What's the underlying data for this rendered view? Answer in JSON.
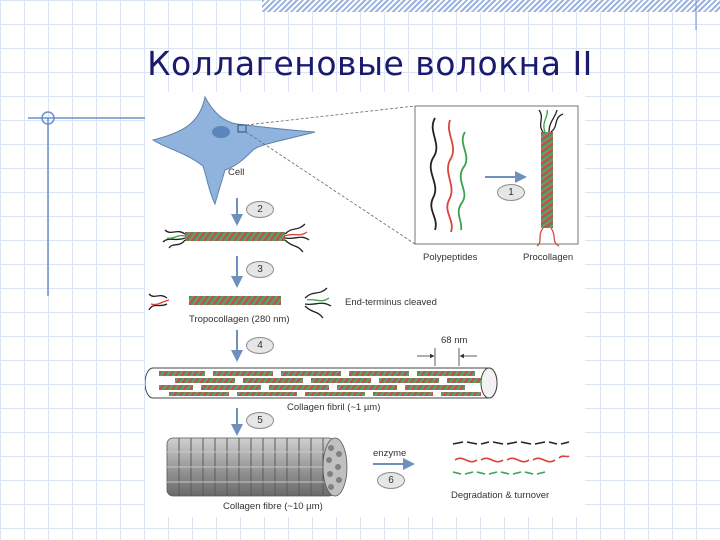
{
  "slide": {
    "title": "Коллагеновые волокна II"
  },
  "figure": {
    "labels": {
      "cell": "Cell",
      "polypeptides": "Polypeptides",
      "procollagen": "Procollagen",
      "end_terminus": "End-terminus cleaved",
      "tropocollagen": "Tropocollagen (280 nm)",
      "period": "68 nm",
      "fibril": "Collagen fibril (~1 µm)",
      "enzyme": "enzyme",
      "fibre": "Collagen fibre (~10 µm)",
      "degradation": "Degradation & turnover"
    },
    "steps": [
      "1",
      "2",
      "3",
      "4",
      "5",
      "6"
    ]
  },
  "colors": {
    "title": "#1a1a6e",
    "strand_red": "#d9443b",
    "strand_green": "#3aa24a",
    "strand_black": "#222222",
    "cell": "#8fb3dc",
    "arrow": "#6f8fbf"
  }
}
